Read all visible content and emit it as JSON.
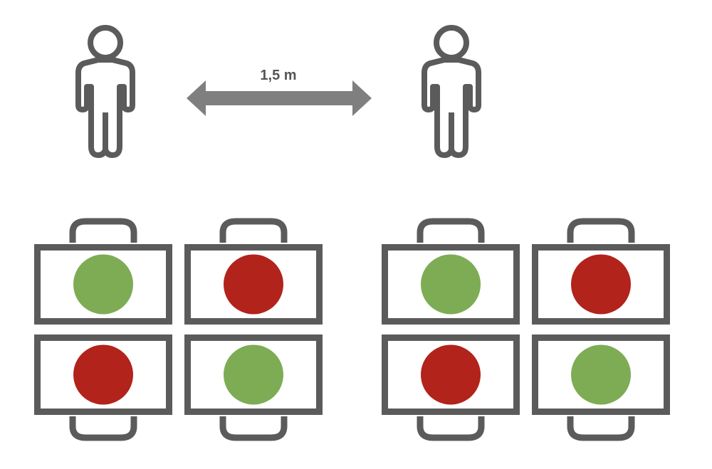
{
  "distance": {
    "label": "1,5 m"
  },
  "colors": {
    "outline": "#5b5b5b",
    "arrow": "#7f7f7f",
    "label": "#555555",
    "available": "#7dac55",
    "blocked": "#b2231b",
    "background": "#ffffff"
  },
  "icons": {
    "person": "person-icon",
    "arrow": "double-arrow-icon",
    "table": "table-icon",
    "chair": "chair-icon"
  },
  "seating_groups": [
    {
      "seats": [
        [
          "available",
          "blocked"
        ],
        [
          "blocked",
          "available"
        ]
      ]
    },
    {
      "seats": [
        [
          "available",
          "blocked"
        ],
        [
          "blocked",
          "available"
        ]
      ]
    }
  ]
}
